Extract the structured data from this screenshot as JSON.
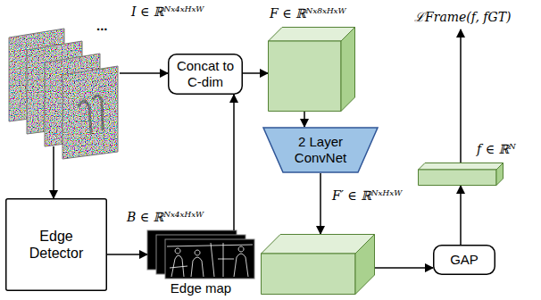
{
  "diagram": {
    "nodes": [
      {
        "text": [
          "I ∈ ℝᴺˣ⁴ˣᴴˣᵂ"
        ]
      },
      {
        "text": [
          "Concat to C-dim"
        ]
      },
      {
        "text": [
          "F ∈ ℝᴺˣ⁸ˣᴴˣᵂ"
        ]
      },
      {
        "text": [
          "Edge Detector"
        ]
      },
      {
        "text": [
          "B ∈ ℝᴺˣ⁴ˣᴴˣᵂ",
          "Edge map"
        ]
      },
      {
        "text": [
          "2 Layer ConvNet"
        ]
      },
      {
        "text": [
          "F′ ∈ ℝᴺˣᴴˣᵂ"
        ]
      },
      {
        "text": [
          "GAP"
        ]
      },
      {
        "text": [
          "f ∈ ℝᴺ"
        ]
      }
    ],
    "edges": [
      {
        "from": 0,
        "to": 1,
        "arrow": "to"
      },
      {
        "from": 0,
        "to": 3,
        "arrow": "to"
      },
      {
        "from": 3,
        "to": 4,
        "arrow": "to"
      },
      {
        "from": 4,
        "to": 1,
        "arrow": "to"
      },
      {
        "from": 1,
        "to": 2,
        "arrow": "to"
      },
      {
        "from": 2,
        "to": 5,
        "arrow": "to"
      },
      {
        "from": 5,
        "to": 6,
        "arrow": "to"
      },
      {
        "from": 6,
        "to": 7,
        "arrow": "to"
      },
      {
        "from": 7,
        "to": 8,
        "arrow": "to"
      }
    ],
    "labels": [
      "...",
      "ℒFrame(f, fGT)"
    ]
  }
}
